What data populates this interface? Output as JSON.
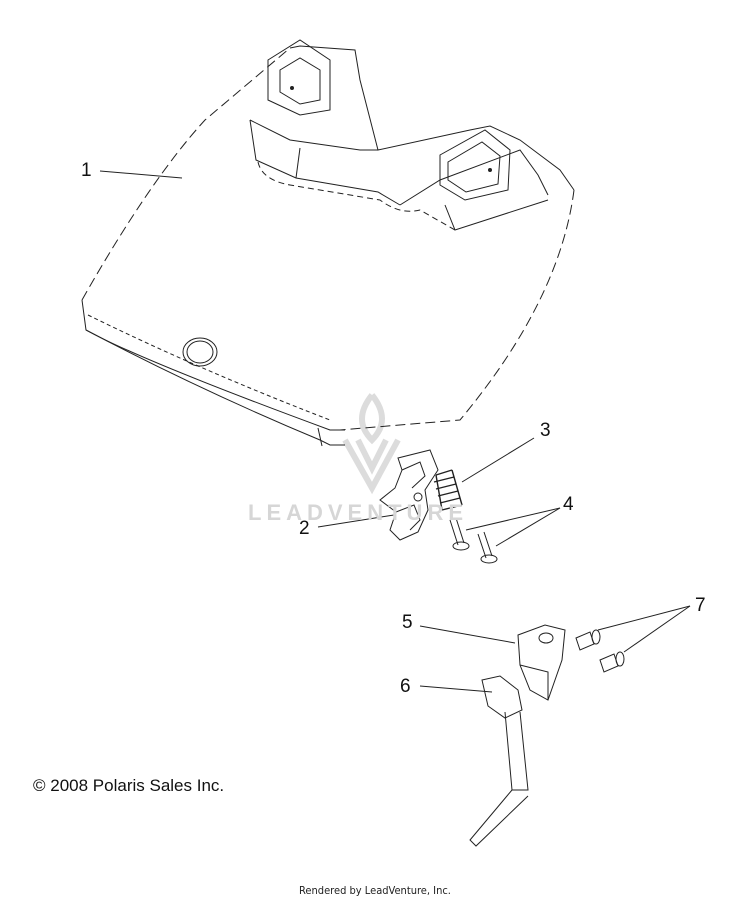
{
  "callouts": [
    {
      "label": "1"
    },
    {
      "label": "2"
    },
    {
      "label": "3"
    },
    {
      "label": "4"
    },
    {
      "label": "5"
    },
    {
      "label": "6"
    },
    {
      "label": "7"
    }
  ],
  "copyright": "© 2008 Polaris Sales Inc.",
  "watermark": "LEADVENTURE",
  "footer": "Rendered by LeadVenture, Inc.",
  "colors": {
    "line": "#222222",
    "dash": "#444444",
    "watermark": "#d6d6d6"
  }
}
